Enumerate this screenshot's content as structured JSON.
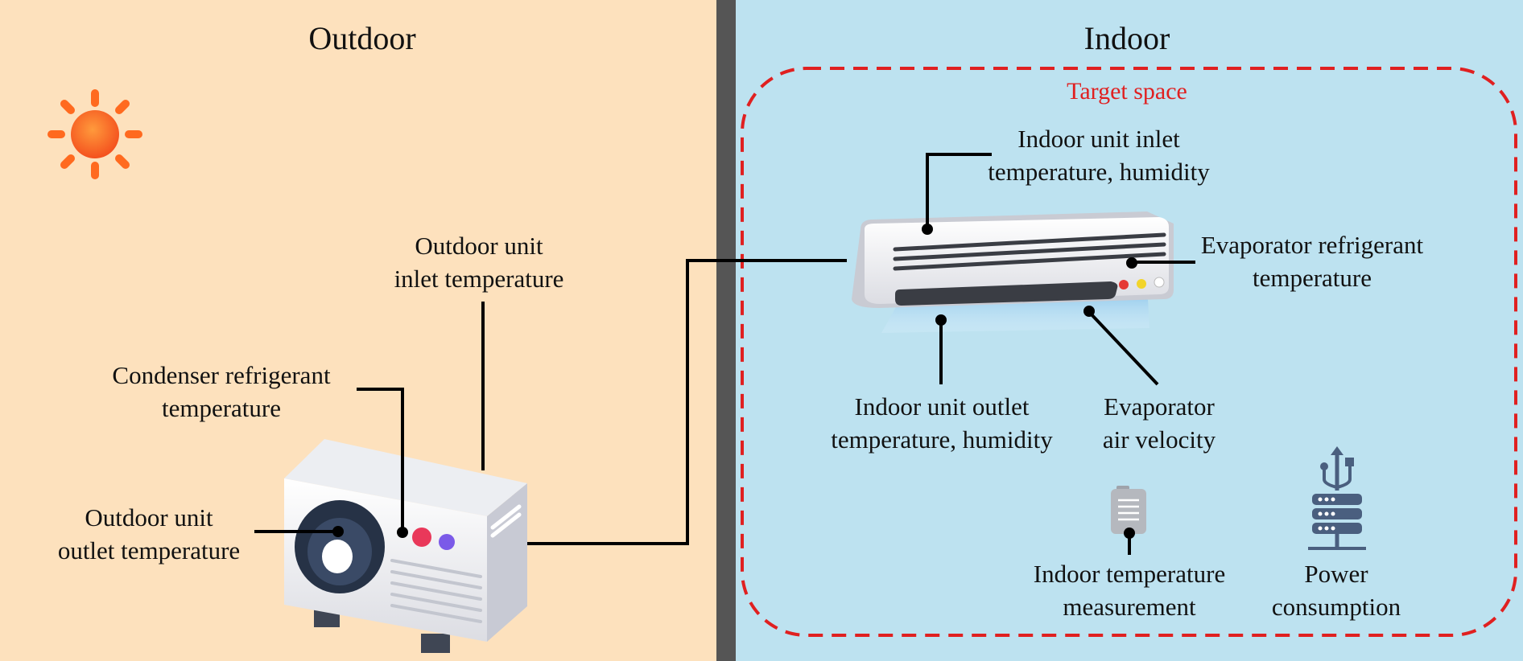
{
  "regions": {
    "outdoor_title": "Outdoor",
    "indoor_title": "Indoor",
    "target_space": "Target space"
  },
  "labels": {
    "outdoor_inlet": [
      "Outdoor unit",
      "inlet temperature"
    ],
    "condenser": [
      "Condenser refrigerant",
      "temperature"
    ],
    "outdoor_outlet": [
      "Outdoor unit",
      "outlet temperature"
    ],
    "indoor_inlet": [
      "Indoor unit inlet",
      "temperature, humidity"
    ],
    "evaporator_refrigerant": [
      "Evaporator refrigerant",
      "temperature"
    ],
    "indoor_outlet": [
      "Indoor unit outlet",
      "temperature, humidity"
    ],
    "evaporator_velocity": [
      "Evaporator",
      "air velocity"
    ],
    "indoor_temp": [
      "Indoor temperature",
      "measurement"
    ],
    "power": [
      "Power",
      "consumption"
    ]
  },
  "icons": {
    "sun": "sun-icon",
    "outdoor_unit": "outdoor-ac-unit-icon",
    "indoor_unit": "indoor-ac-unit-icon",
    "thermometer": "temperature-sensor-icon",
    "power_meter": "power-meter-icon"
  },
  "colors": {
    "outdoor_bg": "#fde1bd",
    "indoor_bg": "#bde2f0",
    "wall": "#555555",
    "target_border": "#e02020",
    "sun": "#ff6a1f"
  }
}
